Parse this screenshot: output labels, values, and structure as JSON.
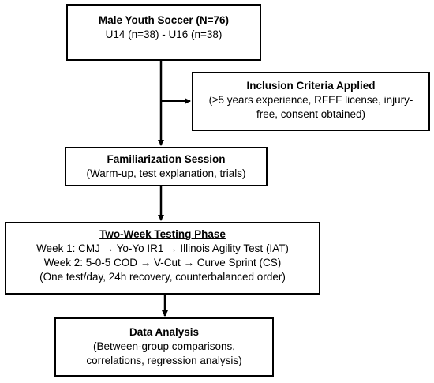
{
  "colors": {
    "border": "#000000",
    "background": "#ffffff",
    "text": "#000000"
  },
  "boxes": {
    "participants": {
      "title": "Male Youth Soccer (N=76)",
      "line1": "U14 (n=38) - U16 (n=38)"
    },
    "inclusion": {
      "title": "Inclusion Criteria Applied",
      "line1": "(≥5 years experience, RFEF license, injury-",
      "line2": "free, consent obtained)"
    },
    "familiarization": {
      "title": "Familiarization Session",
      "line1": "(Warm-up, test explanation, trials)"
    },
    "testing": {
      "title": "Two-Week Testing Phase",
      "line1": "Week 1: CMJ → Yo-Yo IR1 → Illinois Agility Test (IAT)",
      "line2": "Week 2: 5-0-5 COD → V-Cut → Curve Sprint (CS)",
      "line3": "(One test/day, 24h recovery, counterbalanced order)"
    },
    "analysis": {
      "title": "Data Analysis",
      "line1": "(Between-group comparisons,",
      "line2": "correlations, regression analysis)"
    }
  }
}
